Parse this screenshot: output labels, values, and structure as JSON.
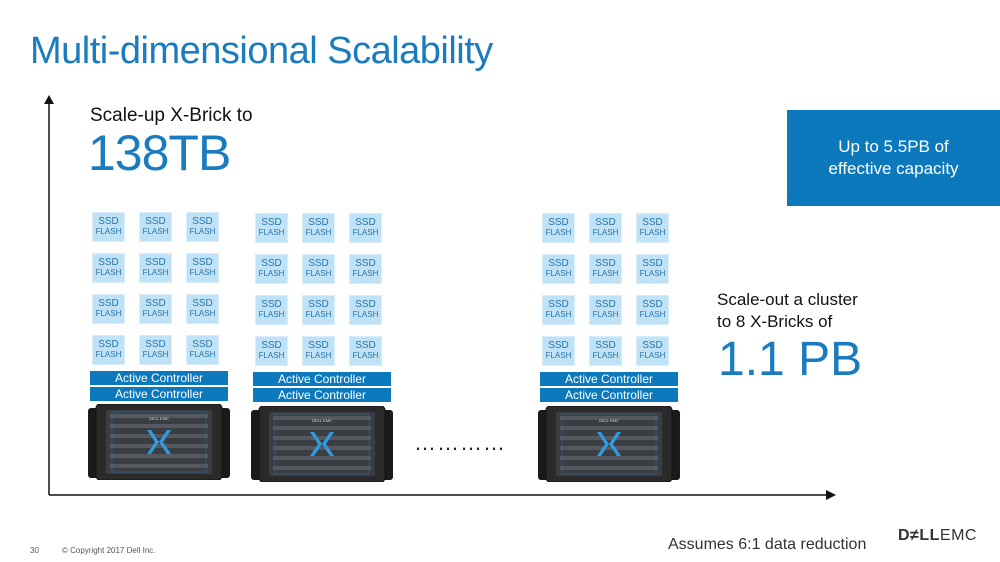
{
  "title": "Multi-dimensional Scalability",
  "scale_up": {
    "label": "Scale-up X-Brick to",
    "value": "138TB"
  },
  "callout": {
    "text": "Up to 5.5PB of effective capacity"
  },
  "scale_out": {
    "line1": "Scale-out a cluster",
    "line2": "to 8 X-Bricks of",
    "value": "1.1 PB"
  },
  "ssd": {
    "line1": "SSD",
    "line2": "FLASH"
  },
  "controller_label": "Active Controller",
  "chassis": {
    "brand": "DELL EMC"
  },
  "ellipsis": "…………",
  "footer": {
    "page_number": "30",
    "copyright": "© Copyright 2017 Dell Inc.",
    "note": "Assumes 6:1 data reduction",
    "logo": "DELLEMC"
  },
  "colors": {
    "accent": "#1a7bbf",
    "ssd_fill": "#bfe2f6",
    "controller": "#0d79bd"
  }
}
